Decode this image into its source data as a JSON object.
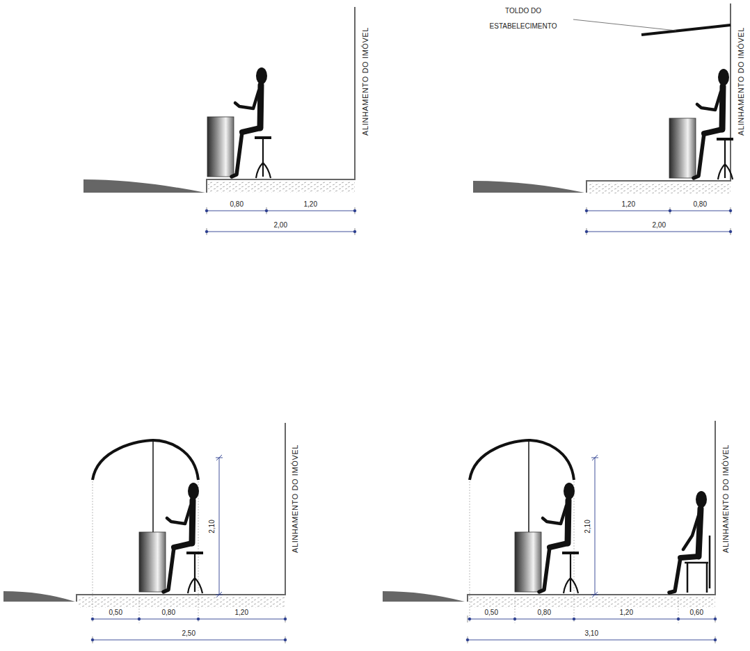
{
  "diagram": {
    "labels": [
      "ALINHAMENTO DO IMÓVEL",
      "0,80",
      "1,20",
      "2,00",
      "TOLDO DO ESTABELECIMENTO",
      "ALINHAMENTO DO IMÓVEL",
      "1,20",
      "0,80",
      "2,00",
      "2,10",
      "ALINHAMENTO DO IMÓVEL",
      "0,50",
      "0,80",
      "1,20",
      "2,50",
      "2,10",
      "ALINHAMENTO DO IMÓVEL",
      "0,50",
      "0,80",
      "1,20",
      "0,60",
      "3,10"
    ]
  }
}
